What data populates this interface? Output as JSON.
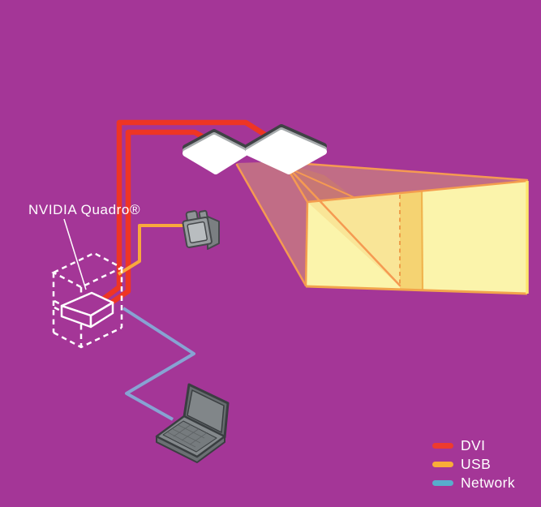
{
  "title": "Multi-projector warp and blend setup diagram",
  "label": {
    "nvidia": "NVIDIA Quadro®"
  },
  "legend": {
    "items": [
      {
        "label": "DVI",
        "color": "#ee3b2e"
      },
      {
        "label": "USB",
        "color": "#f9ac38"
      },
      {
        "label": "Network",
        "color": "#58adcd"
      }
    ]
  },
  "colors": {
    "background": "#a43697",
    "dvi_cable": "#ee3524",
    "usb_cable": "#f9a83c",
    "network_cable": "#87a3d3",
    "beam_fill": "#c16d86",
    "beam_edge": "#f59a52",
    "screen_fill": "#fbf4ab",
    "blend_zone_fill": "#f4dd6c",
    "projector_body": "#ffffff",
    "projector_top": "#3f4245",
    "outline_white": "#ffffff",
    "device_gray": "#84898c"
  },
  "diagram": {
    "nodes": [
      "workstation-tower",
      "nvidia-quadro-card",
      "projector-left",
      "projector-right",
      "projection-screen",
      "camera",
      "laptop"
    ],
    "connections": [
      {
        "cable": "DVI",
        "from": "nvidia-quadro-card",
        "to": "projector-left"
      },
      {
        "cable": "DVI",
        "from": "nvidia-quadro-card",
        "to": "projector-right"
      },
      {
        "cable": "USB",
        "from": "camera",
        "to": "workstation-tower"
      },
      {
        "cable": "Network",
        "from": "workstation-tower",
        "to": "laptop"
      }
    ]
  }
}
